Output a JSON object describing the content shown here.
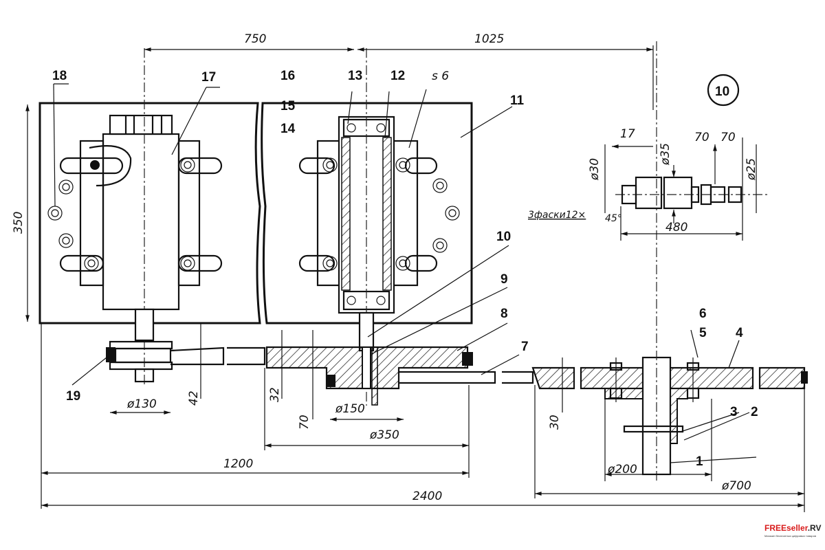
{
  "drawing": {
    "dimensions": {
      "d750": "750",
      "d1025": "1025",
      "d350": "350",
      "d1200": "1200",
      "d2400": "2400",
      "d130": "ø130",
      "d42": "42",
      "d32": "32",
      "d70": "70",
      "d150": "ø150",
      "d350dia": "ø350",
      "d30": "30",
      "d200": "ø200",
      "d700": "ø700"
    },
    "part_labels": [
      "1",
      "2",
      "3",
      "4",
      "5",
      "6",
      "7",
      "8",
      "9",
      "10",
      "11",
      "12",
      "13",
      "14",
      "15",
      "16",
      "17",
      "18",
      "19"
    ],
    "weld_note": "s 6",
    "detail": {
      "callout": "10",
      "d17": "17",
      "d35": "ø35",
      "d70a": "70",
      "d70b": "70",
      "d30": "ø30",
      "d25": "ø25",
      "d480": "480",
      "d45": "45°",
      "chamfer_note": "3фаски12×"
    }
  },
  "watermark": {
    "brand_red": "FREEseller",
    "brand_dark": ".RV",
    "tagline": "Магазин бесплатных цифровых товаров",
    "red_color": "#d81a1a"
  }
}
